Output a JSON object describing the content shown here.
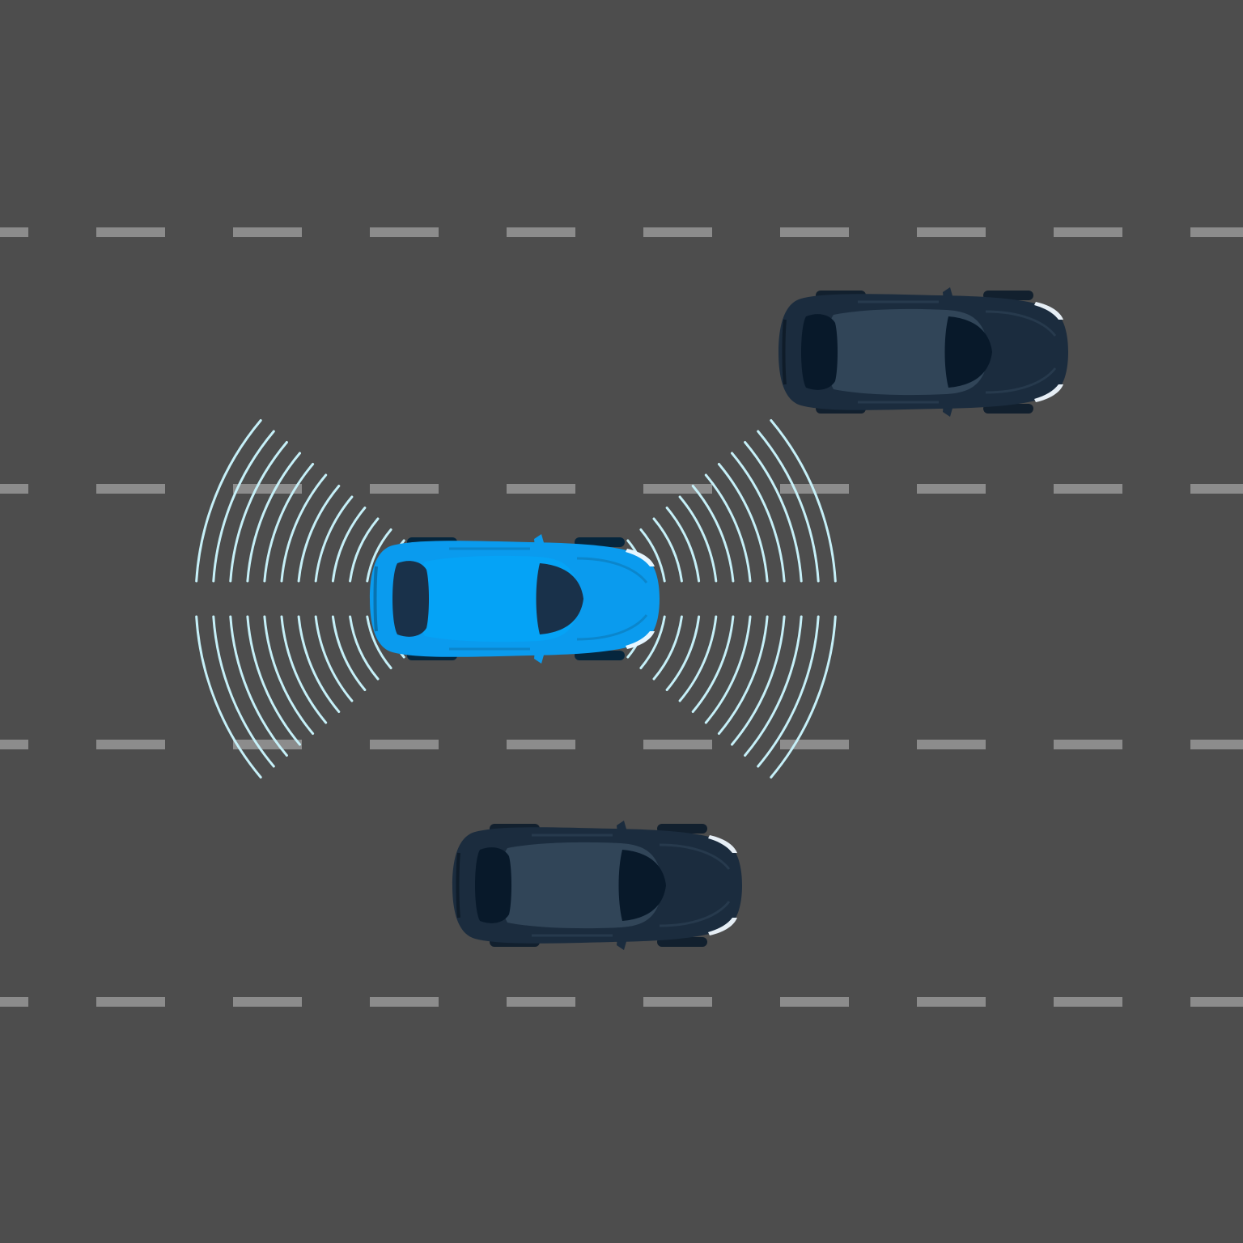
{
  "colors": {
    "road": "#4d4d4d",
    "lane_marking": "#8c8c8c",
    "sensor_wave": "#c6f0f8",
    "ego_car_body": "#0a9bee",
    "ego_car_roof": "#079ff3",
    "ego_car_glass": "#19314a",
    "other_car_body": "#1b2c3e",
    "other_car_roof": "#314558",
    "other_car_glass": "#08192a",
    "headlight": "#e6eef5"
  },
  "scene": {
    "lane_lines": 4,
    "vehicles": [
      {
        "role": "ego",
        "icon": "ego-car-icon"
      },
      {
        "role": "traffic",
        "icon": "car-icon"
      },
      {
        "role": "traffic",
        "icon": "car-icon"
      }
    ],
    "sensor_waves": {
      "icon": "sensor-wave-icon",
      "rings_per_side": 14
    }
  }
}
